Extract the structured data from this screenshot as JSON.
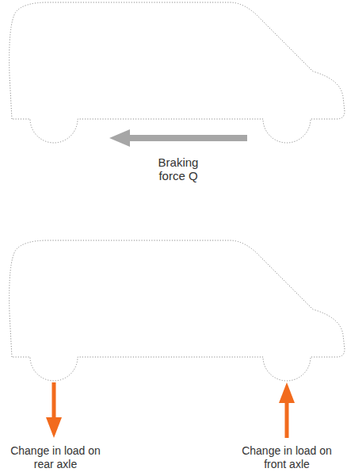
{
  "diagram": {
    "labels": [
      "Braking force Q",
      "Change in load on rear axle",
      "Change in load on front axle"
    ]
  }
}
